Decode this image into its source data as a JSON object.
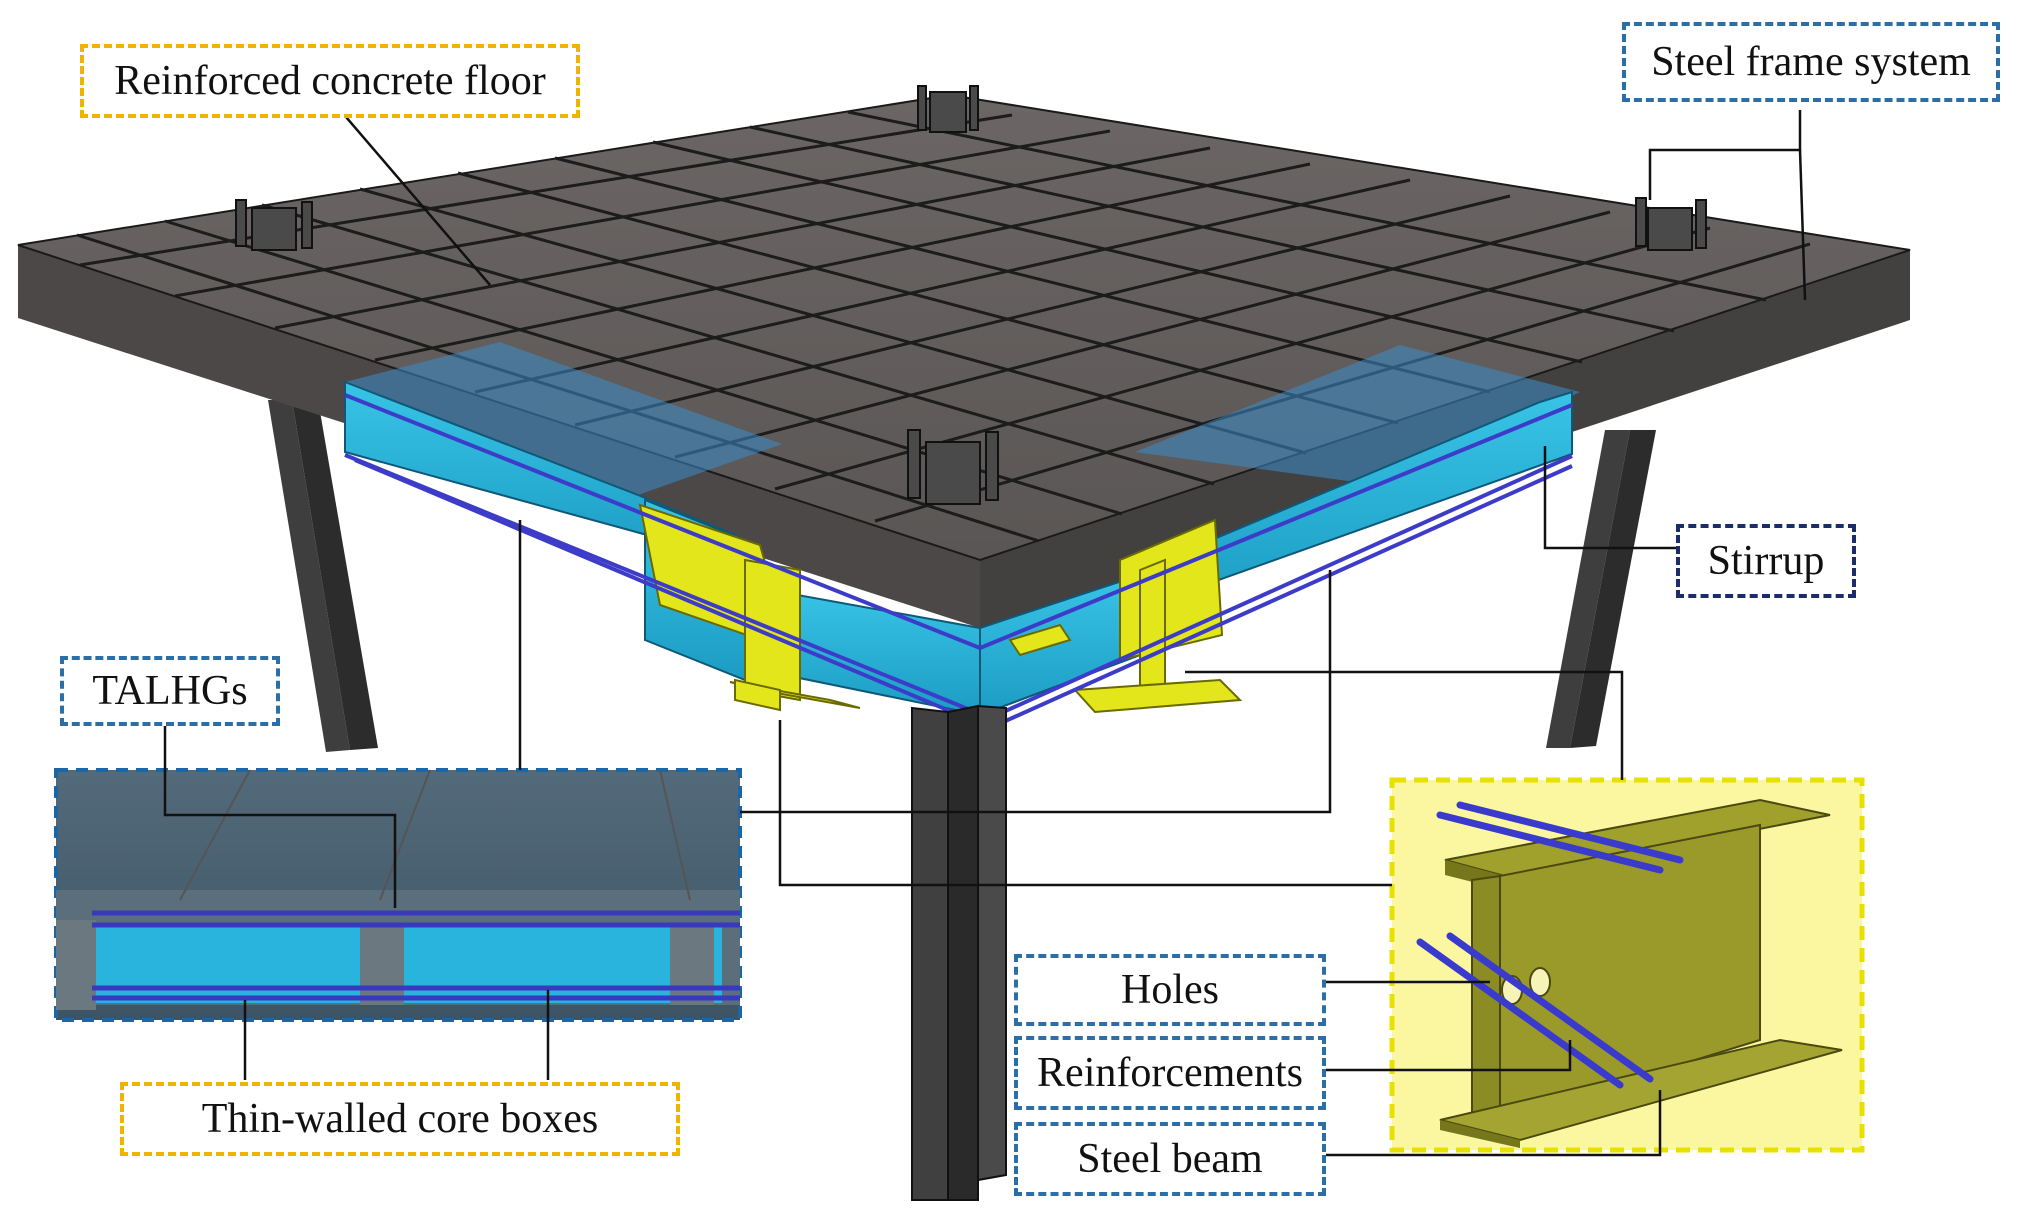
{
  "labels": {
    "reinforced_concrete_floor": "Reinforced concrete floor",
    "steel_frame_system": "Steel frame system",
    "stirrup": "Stirrup",
    "talhgs": "TALHGs",
    "thin_walled_core_boxes": "Thin-walled core boxes",
    "holes": "Holes",
    "reinforcements": "Reinforcements",
    "steel_beam": "Steel beam"
  },
  "colors": {
    "concrete": "#5a5655",
    "concrete_side": "#4a4646",
    "steel_column": "#3f3f3f",
    "core_box": "#29b3d6",
    "steel_highlight": "#e8e814",
    "rebar": "#3c3cc8",
    "detail_background": "#fbf7a0",
    "detail_beam": "#8a8a22",
    "label_border_blue": "#2c6ea6",
    "label_border_yellow": "#f0b400",
    "label_border_navy": "#1a2d6a"
  }
}
